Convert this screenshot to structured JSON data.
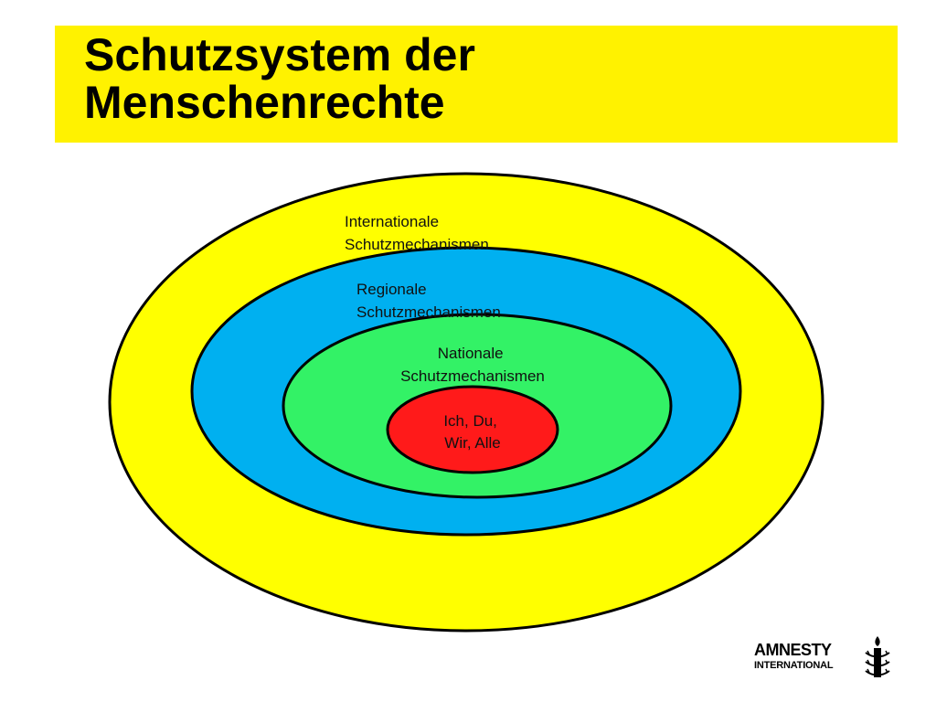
{
  "slide": {
    "title": "Schutzsystem der\nMenschenrechte"
  },
  "diagram": {
    "rings": [
      {
        "label_lines": [
          "Internationale",
          "Schutzmechanismen"
        ],
        "color": "#ffff00"
      },
      {
        "label_lines": [
          "Regionale",
          "Schutzmechanismen"
        ],
        "color": "#00b0f0"
      },
      {
        "label_lines": [
          "Nationale",
          "Schutzmechanismen"
        ],
        "color": "#33f266"
      },
      {
        "label_lines": [
          "Ich, Du,",
          "Wir, Alle"
        ],
        "color": "#ff1a1a"
      }
    ]
  },
  "logo": {
    "name": "AMNESTY",
    "sub": "INTERNATIONAL",
    "icon": "candle-in-barbed-wire-icon"
  }
}
